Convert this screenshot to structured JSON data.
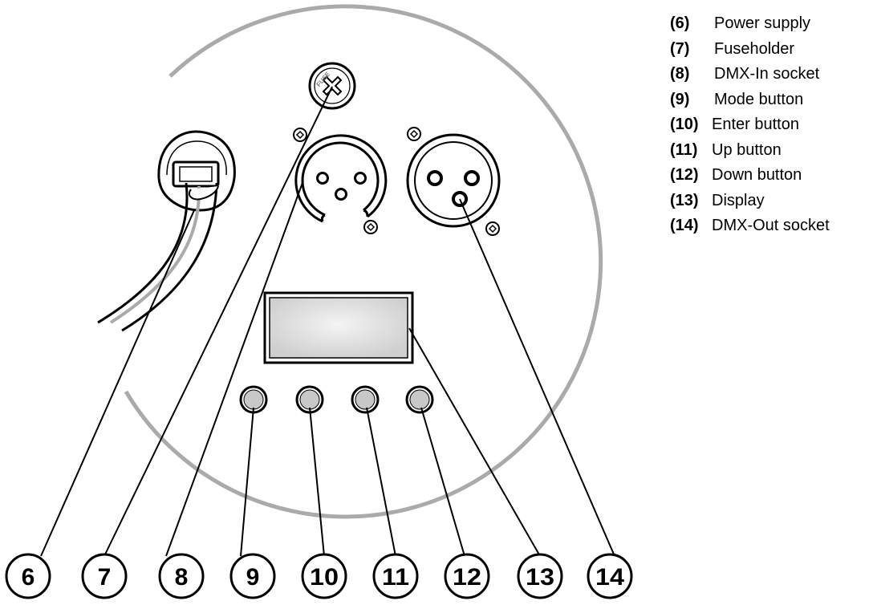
{
  "legend": [
    {
      "num": "(6)",
      "label": "Power supply"
    },
    {
      "num": "(7)",
      "label": "Fuseholder"
    },
    {
      "num": "(8)",
      "label": "DMX-In socket"
    },
    {
      "num": "(9)",
      "label": "Mode button"
    },
    {
      "num": "(10)",
      "label": "Enter button"
    },
    {
      "num": "(11)",
      "label": "Up button"
    },
    {
      "num": "(12)",
      "label": "Down button"
    },
    {
      "num": "(13)",
      "label": "Display"
    },
    {
      "num": "(14)",
      "label": "DMX-Out socket"
    }
  ],
  "callouts": [
    "6",
    "7",
    "8",
    "9",
    "10",
    "11",
    "12",
    "13",
    "14"
  ],
  "fuse_text": "FUSE",
  "colors": {
    "outline": "#000000",
    "housing": "#aaaaaa",
    "button_fill": "#c8c8c8",
    "display_fill": "#d9d9d9"
  }
}
